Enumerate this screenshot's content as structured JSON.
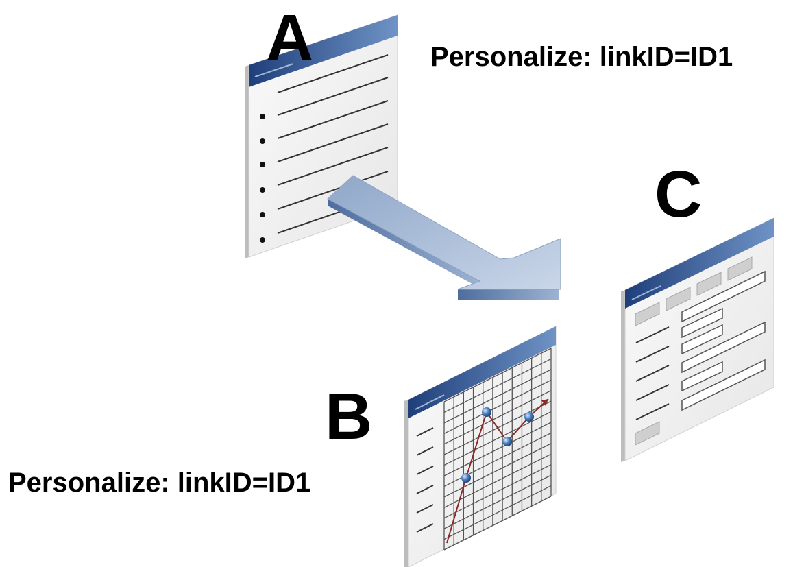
{
  "labels": {
    "page_a": "A",
    "page_b": "B",
    "page_c": "C"
  },
  "captions": {
    "page_a": "Personalize: linkID=ID1",
    "page_b": "Personalize: linkID=ID1"
  },
  "colors": {
    "header_blue": "#1f3f7a",
    "page_face": "#f2f2f2",
    "arrow_top": "#a9bcd6",
    "arrow_side": "#5f7fae",
    "chart_grid": "#555555",
    "chart_point": "#3a6fb0",
    "chart_line": "#8b2a2a"
  },
  "icons": {
    "page_a": "list-page-icon",
    "page_b": "chart-page-icon",
    "page_c": "form-page-icon",
    "link_arrow": "navigation-arrow-icon"
  }
}
